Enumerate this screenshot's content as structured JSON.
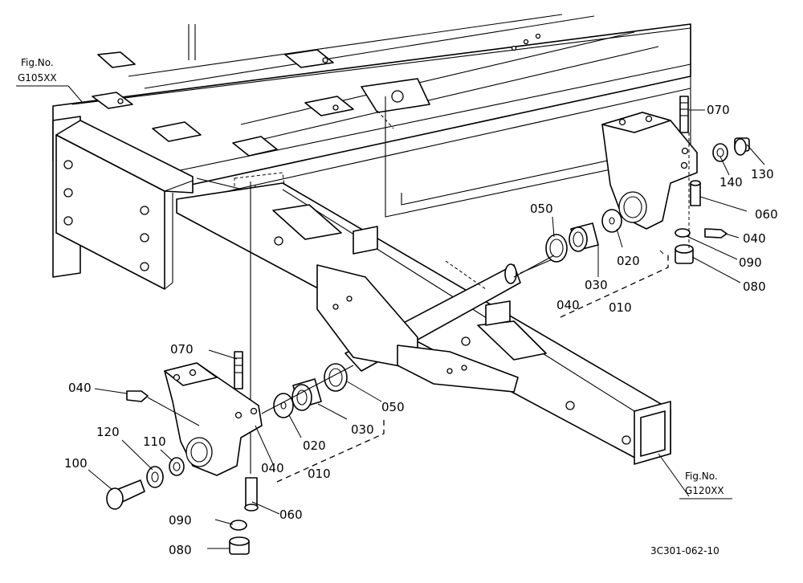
{
  "fig_refs": [
    {
      "line1": "Fig.No.",
      "line2": "G105XX"
    },
    {
      "line1": "Fig.No.",
      "line2": "G120XX"
    }
  ],
  "callouts": {
    "upper": [
      "070",
      "130",
      "140",
      "060",
      "040",
      "090",
      "080",
      "050",
      "020",
      "030",
      "040",
      "010"
    ],
    "lower": [
      "070",
      "040",
      "120",
      "110",
      "100",
      "090",
      "080",
      "060",
      "040",
      "010",
      "020",
      "030",
      "050"
    ]
  },
  "drawing_code": "3C301-062-10"
}
